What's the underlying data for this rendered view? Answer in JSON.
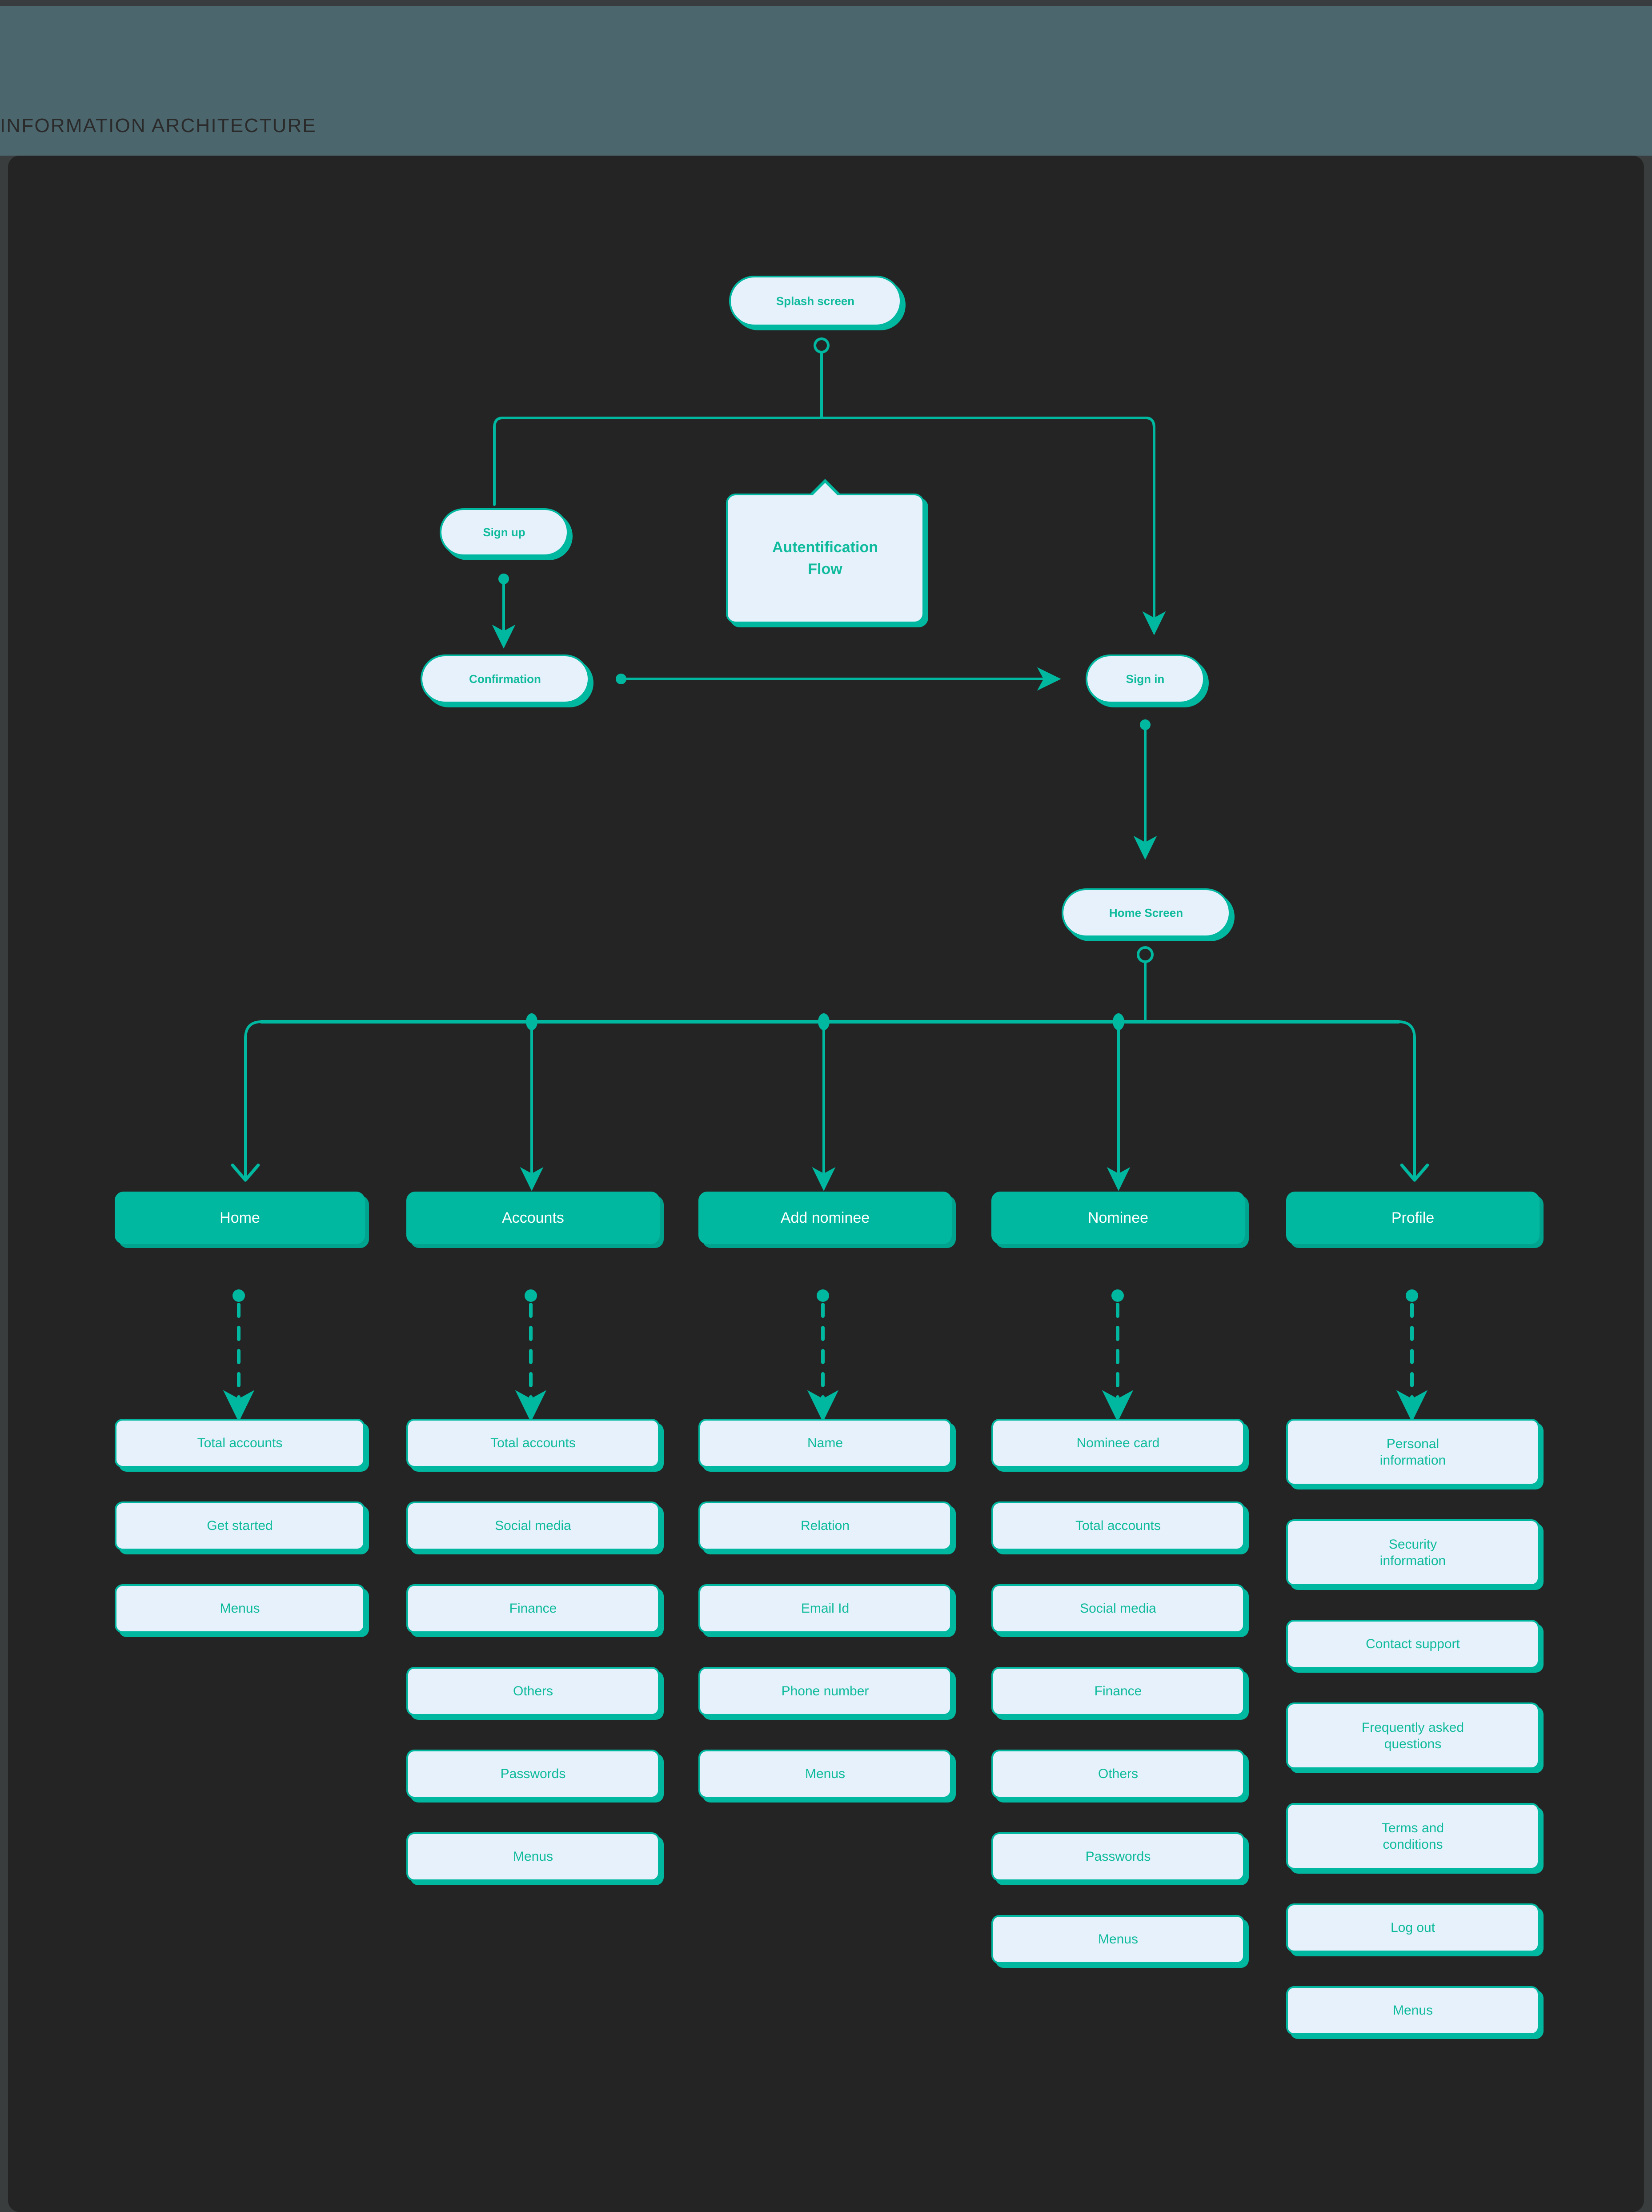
{
  "header": {
    "title": "INFORMATION ARCHITECTURE",
    "background_color": "#4c666e"
  },
  "theme": {
    "accent_color": "#00b8a0",
    "canvas_color": "#242424",
    "card_fill_color": "#e6f1fc",
    "card_text_color": "#0fbb9c",
    "category_text_color": "#ffffff",
    "page_background_color": "#3a3d3e"
  },
  "flow": {
    "splash": {
      "label": "Splash screen"
    },
    "signup": {
      "label": "Sign  up"
    },
    "auth_callout": {
      "label": "Autentification Flow",
      "line1": "Autentification",
      "line2": "Flow"
    },
    "confirmation": {
      "label": "Confirmation"
    },
    "signin": {
      "label": "Sign in"
    },
    "home_screen": {
      "label": "Home Screen"
    }
  },
  "categories": [
    {
      "label": "Home",
      "items": [
        {
          "label": "Total accounts"
        },
        {
          "label": "Get started"
        },
        {
          "label": "Menus"
        }
      ]
    },
    {
      "label": "Accounts",
      "items": [
        {
          "label": "Total accounts"
        },
        {
          "label": "Social media"
        },
        {
          "label": "Finance"
        },
        {
          "label": "Others"
        },
        {
          "label": "Passwords"
        },
        {
          "label": "Menus"
        }
      ]
    },
    {
      "label": "Add nominee",
      "items": [
        {
          "label": "Name"
        },
        {
          "label": "Relation"
        },
        {
          "label": "Email Id"
        },
        {
          "label": "Phone number"
        },
        {
          "label": "Menus"
        }
      ]
    },
    {
      "label": "Nominee",
      "items": [
        {
          "label": "Nominee card"
        },
        {
          "label": "Total accounts"
        },
        {
          "label": "Social media"
        },
        {
          "label": "Finance"
        },
        {
          "label": "Others"
        },
        {
          "label": "Passwords"
        },
        {
          "label": "Menus"
        }
      ]
    },
    {
      "label": "Profile",
      "items": [
        {
          "label": "Personal information",
          "line1": "Personal",
          "line2": "information"
        },
        {
          "label": "Security information",
          "line1": "Security",
          "line2": "information"
        },
        {
          "label": "Contact support"
        },
        {
          "label": "Frequently asked questions",
          "line1": "Frequently asked",
          "line2": "questions"
        },
        {
          "label": "Terms and conditions",
          "line1": "Terms and",
          "line2": "conditions"
        },
        {
          "label": "Log out"
        },
        {
          "label": "Menus"
        }
      ]
    }
  ]
}
